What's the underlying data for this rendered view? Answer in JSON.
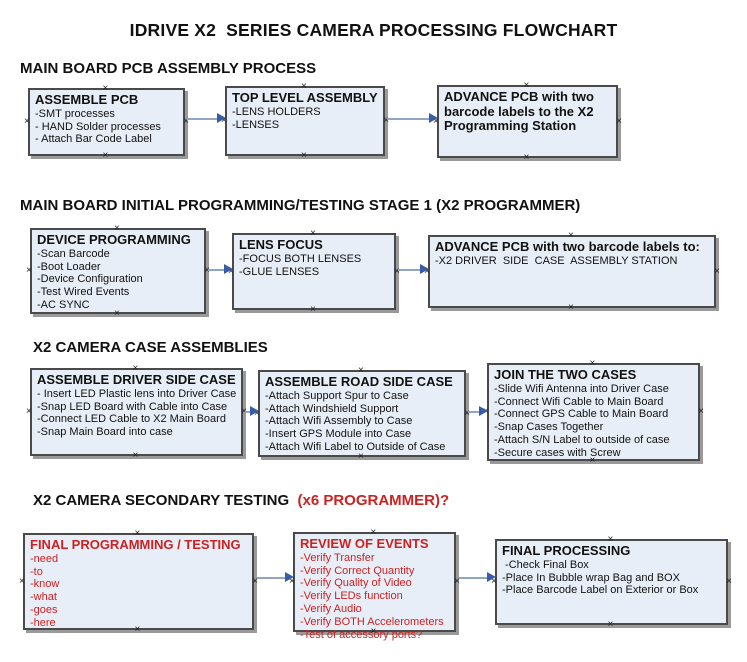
{
  "title": "IDRIVE X2  SERIES CAMERA PROCESSING FLOWCHART",
  "colors": {
    "background": "#ffffff",
    "text": "#111111",
    "box_fill": "#e8eef7",
    "box_border": "#4a4a4a",
    "box_shadow": "#9a9a9a",
    "arrow_line": "#8fa5c2",
    "arrow_head": "#3a5ba9",
    "red_text": "#cc2222"
  },
  "icons": {
    "anchor_mark": "×"
  },
  "sections": [
    {
      "header": "MAIN BOARD PCB ASSEMBLY PROCESS",
      "boxes": [
        {
          "title": "ASSEMBLE PCB",
          "items": [
            "-SMT processes",
            "- HAND Solder processes",
            "- Attach Bar Code Label"
          ]
        },
        {
          "title": "TOP LEVEL ASSEMBLY",
          "items": [
            "-LENS HOLDERS",
            "-LENSES"
          ]
        },
        {
          "title": "ADVANCE PCB with two barcode labels to the  X2 Programming Station",
          "items": []
        }
      ]
    },
    {
      "header": "MAIN BOARD INITIAL PROGRAMMING/TESTING STAGE 1 (X2 PROGRAMMER)",
      "boxes": [
        {
          "title": "DEVICE PROGRAMMING",
          "items": [
            "-Scan Barcode",
            "-Boot Loader",
            "-Device Configuration",
            "-Test Wired Events",
            "-AC SYNC"
          ]
        },
        {
          "title": "LENS FOCUS",
          "items": [
            "-FOCUS BOTH LENSES",
            "-GLUE LENSES"
          ]
        },
        {
          "title": "ADVANCE PCB with two barcode labels to:",
          "items": [
            "-X2 DRIVER  SIDE  CASE  ASSEMBLY STATION"
          ]
        }
      ]
    },
    {
      "header": "X2 CAMERA CASE ASSEMBLIES",
      "boxes": [
        {
          "title": "ASSEMBLE DRIVER SIDE CASE",
          "items": [
            "- Insert LED Plastic lens into Driver Case",
            "-Snap LED Board with Cable into Case",
            "-Connect LED Cable to X2 Main Board",
            "-Snap Main Board into case"
          ]
        },
        {
          "title": "ASSEMBLE ROAD SIDE CASE",
          "items": [
            "-Attach Support Spur to Case",
            "-Attach Windshield Support",
            "-Attach Wifi Assembly to Case",
            "-Insert GPS Module into Case",
            "-Attach Wifi Label to Outside of Case"
          ]
        },
        {
          "title": "JOIN THE TWO CASES",
          "items": [
            "-Slide Wifi Antenna into Driver Case",
            "-Connect Wifi Cable to Main Board",
            "-Connect GPS Cable to Main Board",
            "-Snap Cases Together",
            "-Attach S/N Label to outside of case",
            "-Secure cases with Screw"
          ]
        }
      ]
    },
    {
      "header": "X2 CAMERA SECONDARY TESTING  ",
      "header_highlight": "(x6 PROGRAMMER)?",
      "boxes": [
        {
          "title": "FINAL PROGRAMMING / TESTING",
          "text_color": "#cc2222",
          "items": [
            "-need",
            "-to",
            "-know",
            "-what",
            "-goes",
            "-here"
          ]
        },
        {
          "title": "REVIEW OF EVENTS",
          "text_color": "#cc2222",
          "items": [
            "-Verify Transfer",
            "-Verify Correct Quantity",
            "-Verify Quality of Video",
            "-Verify LEDs function",
            "-Verify Audio",
            "-Verify BOTH Accelerometers",
            "-Test of accessory ports?"
          ]
        },
        {
          "title": "FINAL PROCESSING",
          "items": [
            " -Check Final Box",
            "-Place In Bubble wrap Bag and BOX",
            "-Place Barcode Label on Exterior or Box"
          ]
        }
      ]
    }
  ]
}
